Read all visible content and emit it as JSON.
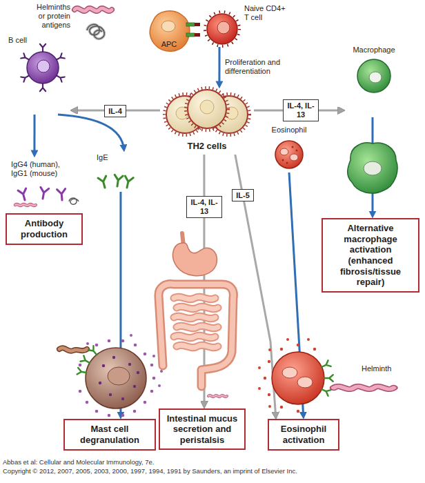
{
  "diagram": {
    "nodes": [
      {
        "text": [
          "Naive CD4+ T cell"
        ]
      },
      {
        "text": [
          "APC"
        ]
      },
      {
        "text": [
          "TH2 cells"
        ]
      },
      {
        "text": [
          "B cell"
        ]
      },
      {
        "text": [
          "Macrophage"
        ]
      },
      {
        "text": [
          "Eosinophil"
        ]
      },
      {
        "text": [
          "IgG4 (human), IgG1 (mouse)"
        ]
      },
      {
        "text": [
          "IgE"
        ]
      },
      {
        "text": [
          "Antibody production"
        ]
      },
      {
        "text": [
          "Mast cell degranulation"
        ]
      },
      {
        "text": [
          "Intestinal mucus secretion and peristalsis"
        ]
      },
      {
        "text": [
          "Eosinophil activation"
        ]
      },
      {
        "text": [
          "Alternative macrophage activation (enhanced fibrosis/tissue repair)"
        ]
      }
    ],
    "edges": [
      {
        "from": 0,
        "to": 2,
        "label": "Proliferation and differentiation",
        "arrow": "to"
      },
      {
        "from": 2,
        "to": 3,
        "label": "IL-4",
        "arrow": "to"
      },
      {
        "from": 2,
        "to": 4,
        "label": "IL-4, IL-13",
        "arrow": "to"
      },
      {
        "from": 3,
        "to": 6,
        "arrow": "to"
      },
      {
        "from": 3,
        "to": 7,
        "arrow": "to"
      },
      {
        "from": 7,
        "to": 9,
        "arrow": "to"
      },
      {
        "from": 2,
        "to": 10,
        "label": "IL-4, IL-13",
        "arrow": "to"
      },
      {
        "from": 2,
        "to": 11,
        "label": "IL-5",
        "arrow": "to"
      },
      {
        "from": 5,
        "to": 11,
        "arrow": "to"
      },
      {
        "from": 4,
        "to": 12,
        "arrow": "to"
      }
    ],
    "labels": [
      "Helminths or protein antigens",
      "Helminth",
      "Abbas et al: Cellular and Molecular Immunology, 7e.",
      "Copyright © 2012, 2007, 2005, 2003, 2000, 1997, 1994, 1991 by Saunders, an imprint of Elsevier Inc."
    ]
  }
}
